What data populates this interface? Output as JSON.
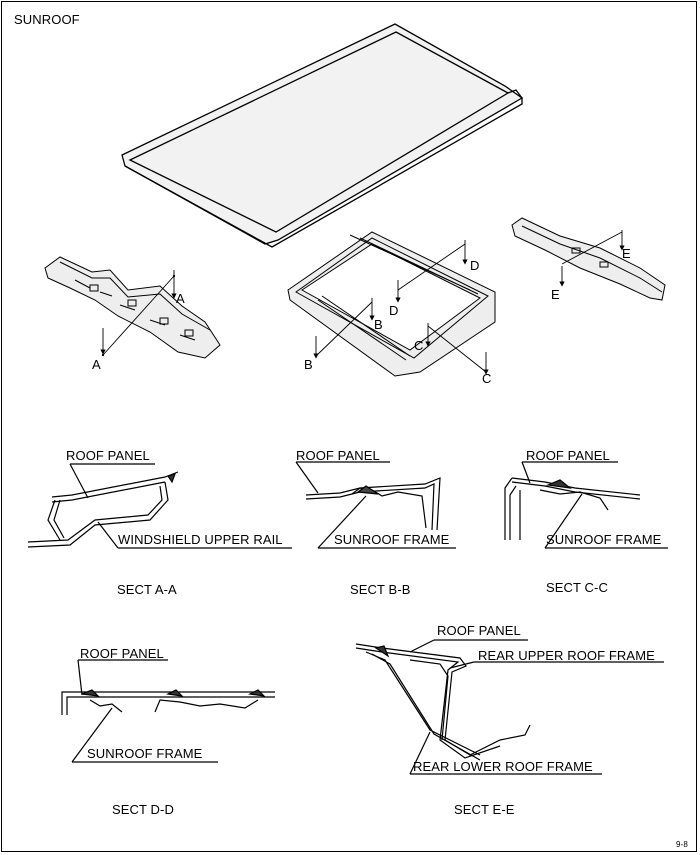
{
  "title": "SUNROOF",
  "page_number": "9-8",
  "section_markers": [
    "A",
    "A",
    "B",
    "B",
    "C",
    "C",
    "D",
    "D",
    "E",
    "E"
  ],
  "sections": [
    {
      "caption": "SECT A-A",
      "labels": [
        "ROOF PANEL",
        "WINDSHIELD UPPER RAIL"
      ]
    },
    {
      "caption": "SECT B-B",
      "labels": [
        "ROOF PANEL",
        "SUNROOF FRAME"
      ]
    },
    {
      "caption": "SECT C-C",
      "labels": [
        "ROOF PANEL",
        "SUNROOF FRAME"
      ]
    },
    {
      "caption": "SECT D-D",
      "labels": [
        "ROOF PANEL",
        "SUNROOF FRAME"
      ]
    },
    {
      "caption": "SECT E-E",
      "labels": [
        "ROOF PANEL",
        "REAR UPPER ROOF FRAME",
        "REAR LOWER ROOF FRAME"
      ]
    }
  ]
}
